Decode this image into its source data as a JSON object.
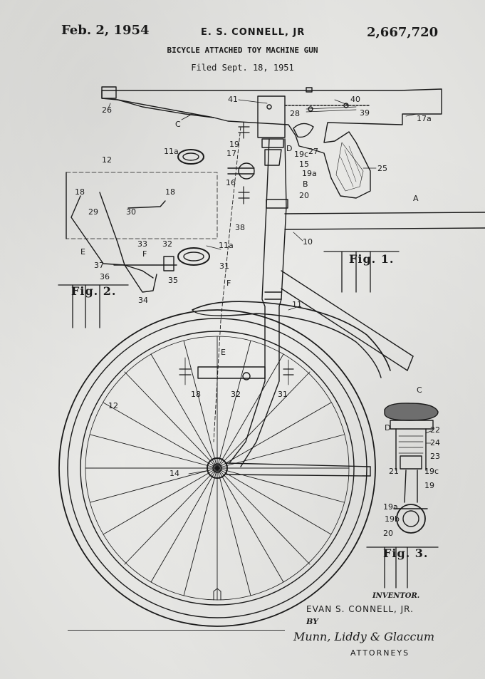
{
  "header": {
    "date": "Feb. 2, 1954",
    "inventor": "E. S. CONNELL, JR",
    "patent_number": "2,667,720",
    "title": "BICYCLE ATTACHED TOY MACHINE GUN",
    "filed": "Filed Sept. 18, 1951"
  },
  "figures": {
    "fig1": "Fig. 1.",
    "fig2": "Fig. 2.",
    "fig3": "Fig. 3."
  },
  "labels": {
    "l26": "26",
    "lC": "C",
    "l41": "41",
    "l40": "40",
    "l28": "28",
    "l39": "39",
    "l17a": "17a",
    "l19": "19",
    "lD": "D",
    "l17": "17",
    "l19c": "19c",
    "l27": "27",
    "l15": "15",
    "l19a": "19a",
    "l25": "25",
    "l11a": "11a",
    "l12": "12",
    "l16": "16",
    "lB": "B",
    "l20": "20",
    "lA": "A",
    "l18a": "18",
    "l18b": "18",
    "l29": "29",
    "l30": "30",
    "l38": "38",
    "l10": "10",
    "l33": "33",
    "l32": "32",
    "l11a2": "11a",
    "lE": "E",
    "lF": "F",
    "l37": "37",
    "l36": "36",
    "l31": "31",
    "l35": "35",
    "l34": "34",
    "lF2": "F",
    "l11": "11",
    "lE2": "E",
    "l18c": "18",
    "l32b": "32",
    "l31b": "31",
    "l12b": "12",
    "l14": "14",
    "lC2": "C",
    "lD2": "D",
    "l22": "22",
    "l24": "24",
    "l23": "23",
    "l21": "21",
    "l19c2": "19c",
    "l19b": "19",
    "l19a2": "19a",
    "l19b2": "19b",
    "l20b": "20"
  },
  "signature": {
    "inventor_label": "INVENTOR.",
    "inventor_name": "EVAN S. CONNELL, JR.",
    "by": "BY",
    "attorneys_signature": "Munn, Liddy & Glaccum",
    "attorneys": "ATTORNEYS"
  }
}
